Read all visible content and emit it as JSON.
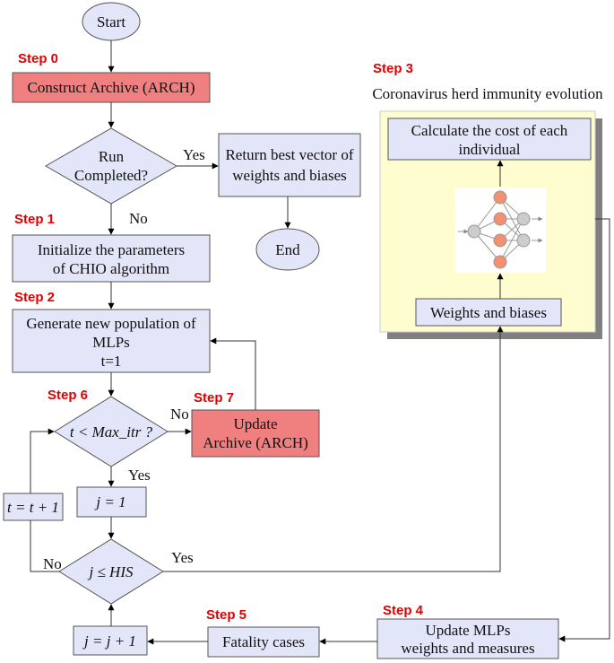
{
  "steps": {
    "s0": "Step 0",
    "s1": "Step 1",
    "s2": "Step 2",
    "s3": "Step 3",
    "s4": "Step 4",
    "s5": "Step 5",
    "s6": "Step 6",
    "s7": "Step 7"
  },
  "nodes": {
    "start": "Start",
    "end": "End",
    "construct_archive": "Construct Archive (ARCH)",
    "run_completed": [
      "Run",
      "Completed?"
    ],
    "return_best": [
      "Return best vector of",
      "weights and biases"
    ],
    "initialize": [
      "Initialize the parameters",
      "of CHIO algorithm"
    ],
    "generate": [
      "Generate new population of",
      "MLPs",
      "t=1"
    ],
    "max_itr": "t < Max_itr ?",
    "update_archive": [
      "Update",
      "Archive (ARCH)"
    ],
    "j_init": "j = 1",
    "t_inc": "t = t + 1",
    "j_le_his": "j ≤ HIS",
    "j_inc": "j = j + 1",
    "fatality": "Fatality cases",
    "update_mlps": [
      "Update MLPs",
      "weights and measures"
    ],
    "calculate_cost": [
      "Calculate the cost of each",
      "individual"
    ],
    "weights_biases": "Weights and biases"
  },
  "panel_title": "Coronavirus herd immunity evolution",
  "edge_labels": {
    "yes1": "Yes",
    "no1": "No",
    "no2": "No",
    "yes2": "Yes",
    "no3": "No",
    "yes3": "Yes"
  },
  "colors": {
    "node_fill": "#e3e5f8",
    "highlight_fill": "#f08080",
    "step_text": "#e00000",
    "panel_fill": "#fdfdd0",
    "neuron_orange": "#f39070"
  }
}
